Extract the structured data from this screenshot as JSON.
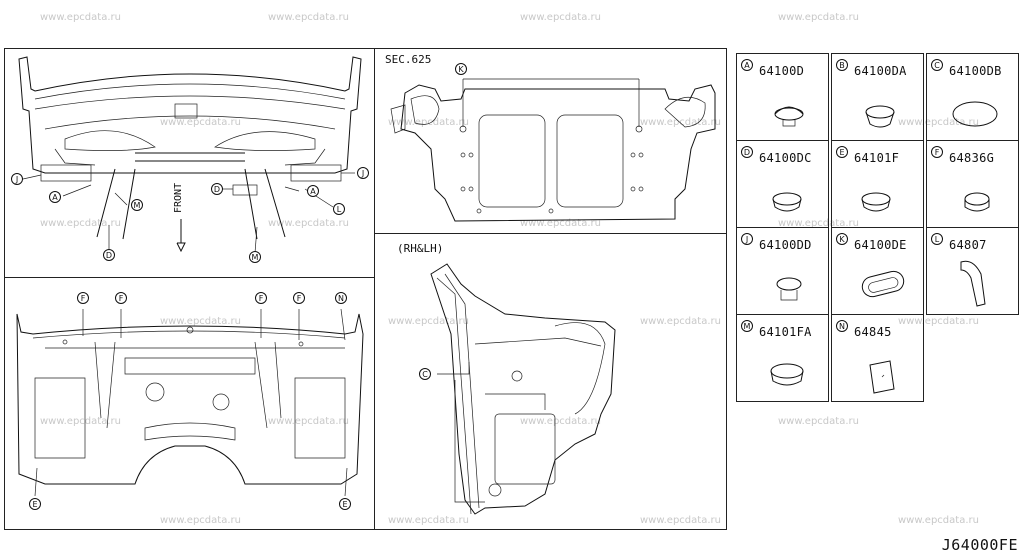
{
  "watermark": "www.epcdata.ru",
  "diagram_code": "J64000FE",
  "section_ref": "SEC.625",
  "front_label": "FRONT",
  "rh_lh_label": "(RH&LH)",
  "parts": [
    {
      "letter": "A",
      "part_no": "64100D"
    },
    {
      "letter": "B",
      "part_no": "64100DA"
    },
    {
      "letter": "C",
      "part_no": "64100DB"
    },
    {
      "letter": "D",
      "part_no": "64100DC"
    },
    {
      "letter": "E",
      "part_no": "64101F"
    },
    {
      "letter": "F",
      "part_no": "64836G"
    },
    {
      "letter": "J",
      "part_no": "64100DD"
    },
    {
      "letter": "K",
      "part_no": "64100DE"
    },
    {
      "letter": "L",
      "part_no": "64807"
    },
    {
      "letter": "M",
      "part_no": "64101FA"
    },
    {
      "letter": "N",
      "part_no": "64845"
    }
  ],
  "callouts": {
    "top_left": [
      "J",
      "A",
      "M",
      "D",
      "A",
      "J",
      "L",
      "M",
      "D"
    ],
    "bottom_left": [
      "F",
      "F",
      "F",
      "F",
      "N",
      "E",
      "E"
    ],
    "top_center": [
      "K"
    ],
    "bottom_center": [
      "C"
    ]
  }
}
